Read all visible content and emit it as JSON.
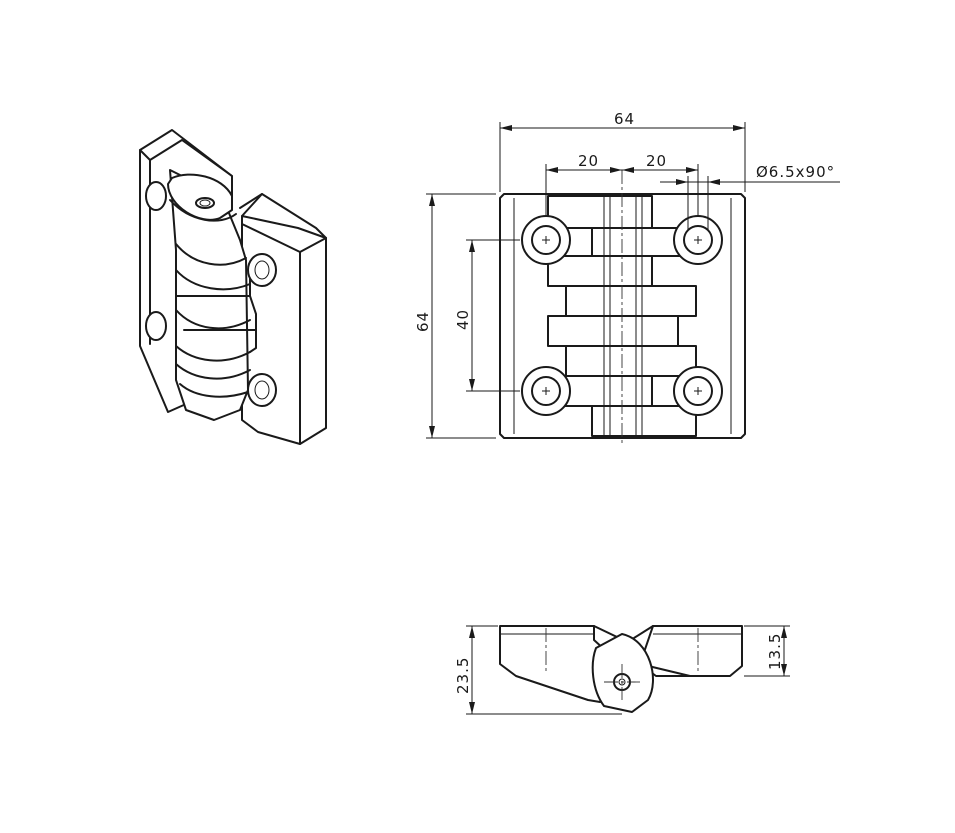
{
  "drawing": {
    "dimensions": {
      "top_width": "64",
      "hole_spacing_left": "20",
      "hole_spacing_right": "20",
      "countersink": "Ø6.5x90°",
      "outer_height": "64",
      "hole_pitch_vertical": "40",
      "total_depth": "23.5",
      "leaf_thickness": "13.5"
    }
  }
}
